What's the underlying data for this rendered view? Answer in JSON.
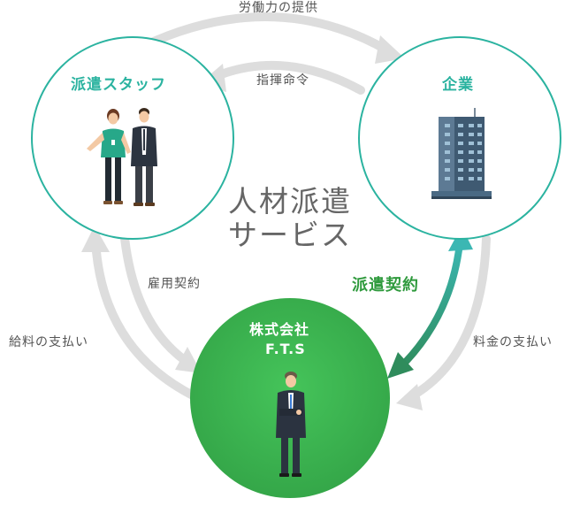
{
  "center": {
    "line1": "人材派遣",
    "line2": "サービス"
  },
  "nodes": {
    "staff": {
      "title": "派遣スタッフ"
    },
    "company": {
      "title": "企業"
    },
    "fts": {
      "title_line1": "株式会社",
      "title_line2": "F.T.S"
    }
  },
  "flows": {
    "labor": "労働力の提供",
    "command": "指揮命令",
    "employment": "雇用契約",
    "dispatch_contract": "派遣契約",
    "salary": "給料の支払い",
    "fee": "料金の支払い"
  },
  "colors": {
    "teal": "#2bb3a0",
    "green": "#3cb54a",
    "dark_green": "#2f9a3d",
    "arrow_gray": "#dddddd",
    "building": "#3f5a72"
  }
}
